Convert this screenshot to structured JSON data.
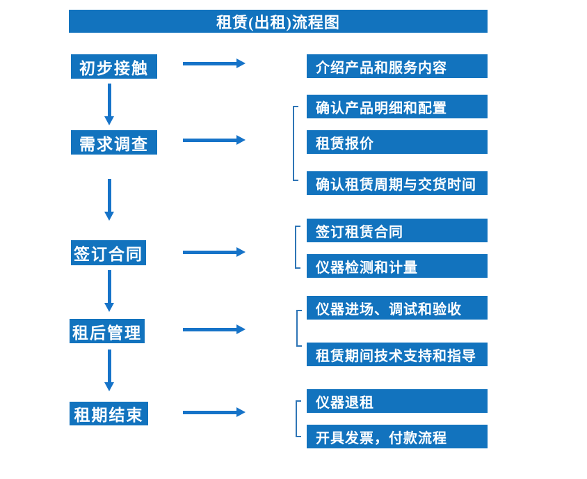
{
  "title": "租赁(出租)流程图",
  "colors": {
    "box_fill": "#1273BE",
    "arrow": "#1673C8",
    "bracket": "#2E75B6",
    "text": "#FFFFFF",
    "background": "#FFFFFF"
  },
  "steps": [
    {
      "label": "初步接触",
      "details": [
        "介绍产品和服务内容"
      ]
    },
    {
      "label": "需求调查",
      "details": [
        "确认产品明细和配置",
        "租赁报价",
        "确认租赁周期与交货时间"
      ]
    },
    {
      "label": "签订合同",
      "details": [
        "签订租赁合同",
        "仪器检测和计量"
      ]
    },
    {
      "label": "租后管理",
      "details": [
        "仪器进场、调试和验收",
        "租赁期间技术支持和指导"
      ]
    },
    {
      "label": "租期结束",
      "details": [
        "仪器退租",
        "开具发票，付款流程"
      ]
    }
  ]
}
